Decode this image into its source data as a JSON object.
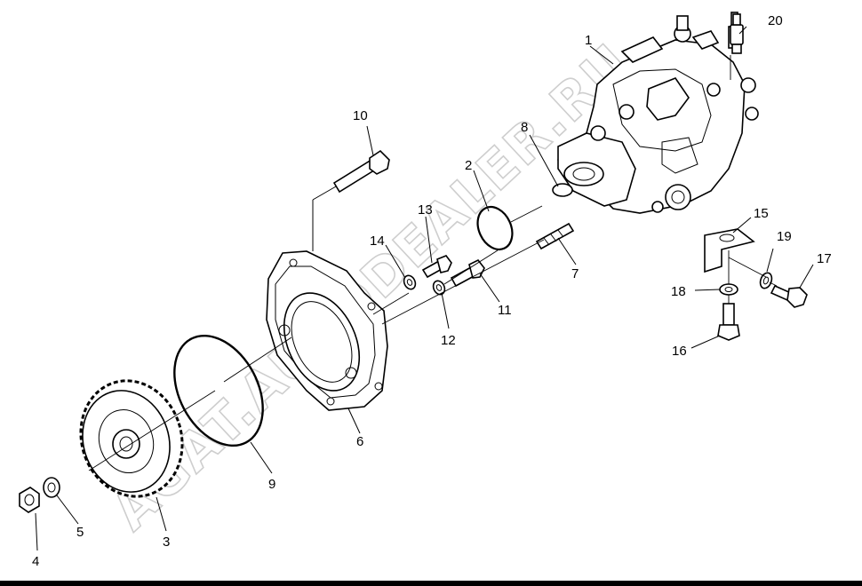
{
  "diagram": {
    "callouts": [
      "1",
      "2",
      "3",
      "4",
      "5",
      "6",
      "7",
      "8",
      "9",
      "10",
      "11",
      "12",
      "13",
      "14",
      "15",
      "16",
      "17",
      "18",
      "19",
      "20"
    ]
  },
  "watermark": {
    "text": "AGAT.AUTODEALER.RU"
  }
}
